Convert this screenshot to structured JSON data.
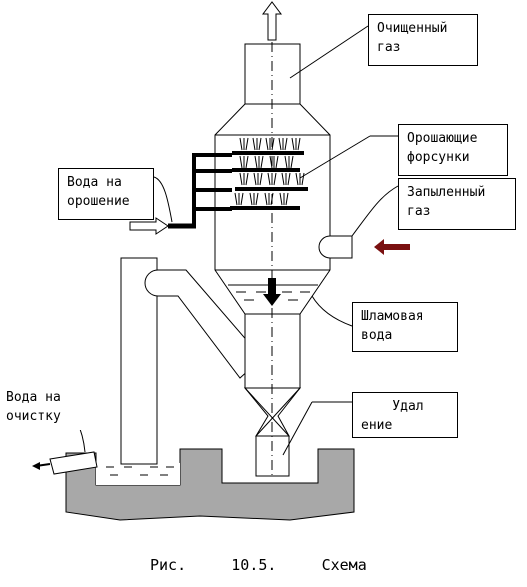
{
  "labels": {
    "clean_gas": "Очищенный\nгаз",
    "spray_nozzles": "Орошающие\nфорсунки",
    "irrigation_water": "Вода на\nорошение",
    "dusty_gas": "Запыленный\nгаз",
    "sludge_water": "Шламовая\nвода",
    "treatment_water": "Вода на\nочистку",
    "removal": "    Удал\nение"
  },
  "caption": "Рис.     10.5.     Схема",
  "colors": {
    "line": "#000000",
    "dusty_gas_arrow": "#7a1010",
    "ground": "#a8a8a8"
  }
}
